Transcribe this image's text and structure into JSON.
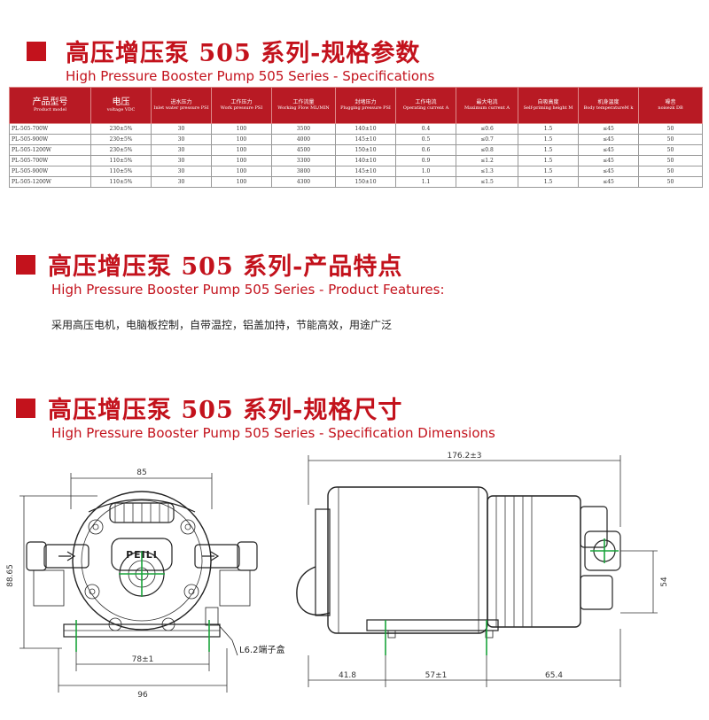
{
  "sections": [
    {
      "title_zh": "高压增压泵 505 系列-规格参数",
      "title_en": "High Pressure Booster Pump 505 Series - Specifications"
    },
    {
      "title_zh": "高压增压泵 505 系列-产品特点",
      "title_en": "High Pressure Booster Pump 505 Series - Product Features:"
    },
    {
      "title_zh": "高压增压泵 505 系列-规格尺寸",
      "title_en": "High Pressure Booster Pump 505 Series - Specification Dimensions"
    }
  ],
  "spec_table": {
    "headers": [
      {
        "zh": "产品型号",
        "en": "Product model"
      },
      {
        "zh": "电压",
        "en": "voltage VDC"
      },
      {
        "zh": "进水压力",
        "en": "Inlet water pressure PSI"
      },
      {
        "zh": "工作压力",
        "en": "Work pressure PSI"
      },
      {
        "zh": "工作流量",
        "en": "Working Flow ML/MIN"
      },
      {
        "zh": "封堵压力",
        "en": "Plugging pressure PSI"
      },
      {
        "zh": "工作电流",
        "en": "Operating current A"
      },
      {
        "zh": "最大电流",
        "en": "Maximum current A"
      },
      {
        "zh": "自吸高度",
        "en": "Self-priming height M"
      },
      {
        "zh": "机身温度",
        "en": "Body temperatureM k"
      },
      {
        "zh": "噪音",
        "en": "noisezk DB"
      }
    ],
    "rows": [
      [
        "PL-505-700W",
        "230±5%",
        "30",
        "100",
        "3500",
        "140±10",
        "0.4",
        "≤0.6",
        "1.5",
        "≤45",
        "50"
      ],
      [
        "PL-505-900W",
        "230±5%",
        "30",
        "100",
        "4000",
        "145±10",
        "0.5",
        "≤0.7",
        "1.5",
        "≤45",
        "50"
      ],
      [
        "PL-505-1200W",
        "230±5%",
        "30",
        "100",
        "4500",
        "150±10",
        "0.6",
        "≤0.8",
        "1.5",
        "≤45",
        "50"
      ],
      [
        "PL-505-700W",
        "110±5%",
        "30",
        "100",
        "3300",
        "140±10",
        "0.9",
        "≤1.2",
        "1.5",
        "≤45",
        "50"
      ],
      [
        "PL-505-900W",
        "110±5%",
        "30",
        "100",
        "3800",
        "145±10",
        "1.0",
        "≤1.3",
        "1.5",
        "≤45",
        "50"
      ],
      [
        "PL-505-1200W",
        "110±5%",
        "30",
        "100",
        "4300",
        "150±10",
        "1.1",
        "≤1.5",
        "1.5",
        "≤45",
        "50"
      ]
    ]
  },
  "features_text": "采用高压电机，电脑板控制，自带温控，铝盖加持，节能高效，用途广泛",
  "drawing": {
    "front": {
      "dim_width_top": "85",
      "dim_height": "88.65",
      "dim_bottom_inner": "78±1",
      "dim_bottom_outer": "96",
      "brand": "PEILI",
      "terminal_label": "L6.2端子盒"
    },
    "side": {
      "dim_length": "176.2±3",
      "dim_height": "54",
      "dim_a": "41.8",
      "dim_b": "57±1",
      "dim_c": "65.4"
    }
  },
  "colors": {
    "accent": "#c3121c",
    "header_bg": "#b81a24",
    "center_line": "#19a33a"
  }
}
